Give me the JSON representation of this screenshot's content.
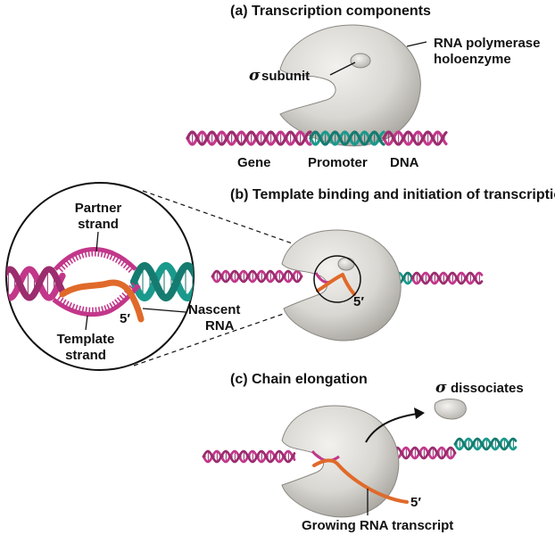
{
  "panel_a": {
    "heading": "(a) Transcription components",
    "sigma_symbol": "σ",
    "sigma_label": "subunit",
    "polymerase_line1": "RNA polymerase",
    "polymerase_line2": "holoenzyme",
    "gene_label": "Gene",
    "promoter_label": "Promoter",
    "dna_label": "DNA"
  },
  "panel_b": {
    "heading": "(b) Template binding and initiation of transcription",
    "partner_line1": "Partner",
    "partner_line2": "strand",
    "template_line1": "Template",
    "template_line2": "strand",
    "nascent_line1": "Nascent",
    "nascent_line2": "RNA",
    "five_prime_inset": "5′",
    "five_prime_enzyme": "5′"
  },
  "panel_c": {
    "heading": "(c) Chain elongation",
    "sigma_symbol": "σ",
    "dissociates_label": "dissociates",
    "five_prime": "5′",
    "growing_label": "Growing RNA transcript"
  },
  "colors": {
    "dna_pink": "#c2378a",
    "promoter_teal": "#1a9a8c",
    "rna_orange": "#e06a2a",
    "enzyme_gray": "#d8d6d2"
  }
}
